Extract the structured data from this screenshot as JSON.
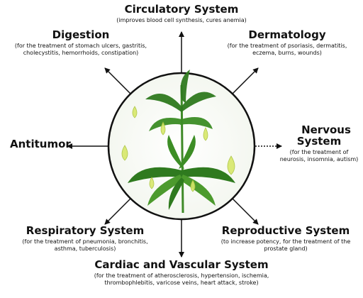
{
  "center": {
    "icon": "cannabis-plant-with-oil-drops"
  },
  "colors": {
    "plant_dark": "#2f7a1f",
    "plant_light": "#6fc13a",
    "drop": "#d7e86a",
    "arrow": "#111111"
  },
  "nodes": {
    "circulatory": {
      "title": "Circulatory System",
      "desc": "(improves blood cell synthesis, cures anemia)"
    },
    "digestion": {
      "title": "Digestion",
      "desc": "(for the treatment of stomach ulcers, gastritis, cholecystitis, hemorrhoids, constipation)"
    },
    "dermatology": {
      "title": "Dermatology",
      "desc": "(for the treatment of psoriasis, dermatitis, eczema, burns, wounds)"
    },
    "antitumor": {
      "title": "Antitumor"
    },
    "nervous": {
      "title_line1": "Nervous",
      "title_line2": "System",
      "desc": "(for the treatment of neurosis, insomnia, autism)"
    },
    "respiratory": {
      "title": "Respiratory System",
      "desc": "(for the treatment of pneumonia, bronchitis, asthma, tuberculosis)"
    },
    "reproductive": {
      "title": "Reproductive System",
      "desc": "(to increase potency, for the treatment of the prostate gland)"
    },
    "cardiac": {
      "title": "Cardiac and Vascular System",
      "desc": "(for the treatment of atherosclerosis, hypertension, ischemia, thrombophlebitis, varicose veins, heart attack, stroke)"
    }
  }
}
